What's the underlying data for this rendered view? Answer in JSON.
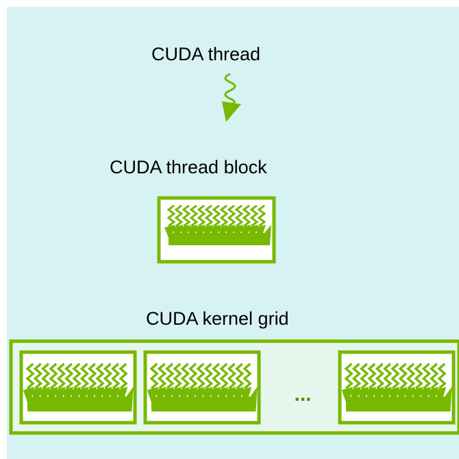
{
  "labels": {
    "thread": "CUDA thread",
    "block": "CUDA thread block",
    "grid": "CUDA kernel grid",
    "ellipsis": "..."
  },
  "colors": {
    "background": "#d7f2f2",
    "green": "#76b900",
    "box_fill": "#ffffff",
    "grid_fill": "#e6f6ec",
    "ellipsis": "#4a8f00"
  },
  "icons": {
    "single_thread": "wavy-arrow-icon",
    "thread_group": "thread-bundle-icon"
  }
}
